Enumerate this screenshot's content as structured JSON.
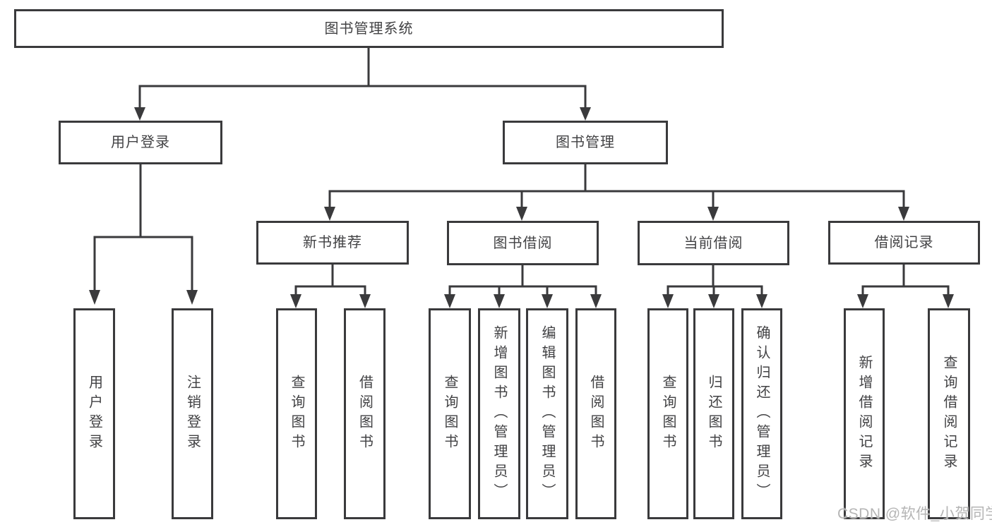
{
  "tree": {
    "label": "图书管理系统",
    "children": [
      {
        "label": "用户登录",
        "children": [
          {
            "label": "用户登录"
          },
          {
            "label": "注销登录"
          }
        ]
      },
      {
        "label": "图书管理",
        "children": [
          {
            "label": "新书推荐",
            "children": [
              {
                "label": "查询图书"
              },
              {
                "label": "借阅图书"
              }
            ]
          },
          {
            "label": "图书借阅",
            "children": [
              {
                "label": "查询图书"
              },
              {
                "label": "新增图书（管理员）"
              },
              {
                "label": "编辑图书（管理员）"
              },
              {
                "label": "借阅图书"
              }
            ]
          },
          {
            "label": "当前借阅",
            "children": [
              {
                "label": "查询图书"
              },
              {
                "label": "归还图书"
              },
              {
                "label": "确认归还（管理员）"
              }
            ]
          },
          {
            "label": "借阅记录",
            "children": [
              {
                "label": "新增借阅记录"
              },
              {
                "label": "查询借阅记录"
              }
            ]
          }
        ]
      }
    ]
  },
  "watermark": {
    "text": "CSDN @软件_小贺同学"
  },
  "colors": {
    "line": "#3a3a3c",
    "text": "#424244",
    "background": "#ffffff",
    "watermark": "#b5b5b5"
  }
}
